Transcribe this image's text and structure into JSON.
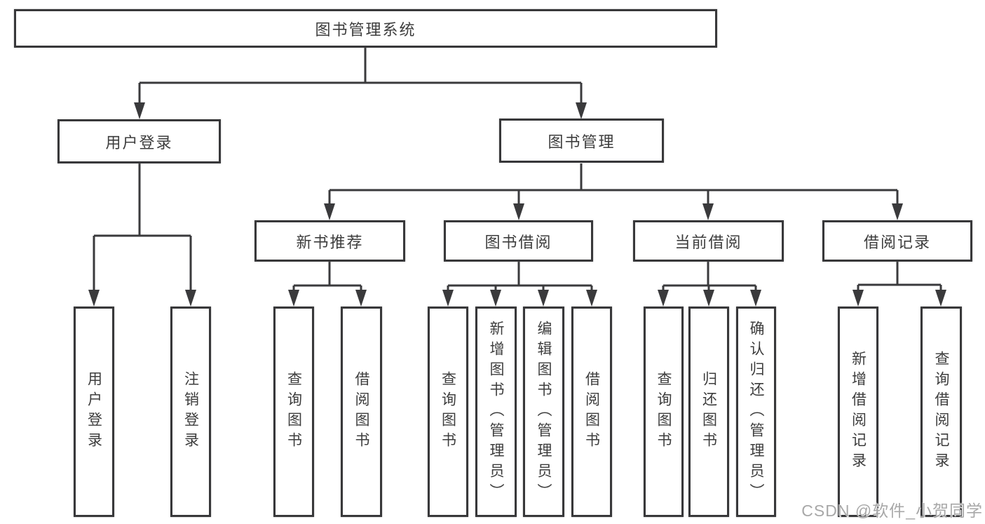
{
  "nodes": {
    "root": "图书管理系统",
    "l2": [
      "用户登录",
      "图书管理"
    ],
    "l3": [
      "新书推荐",
      "图书借阅",
      "当前借阅",
      "借阅记录"
    ],
    "leaves": [
      "用户登录",
      "注销登录",
      "查询图书",
      "借阅图书",
      "查询图书",
      "新增图书（管理员）",
      "编辑图书（管理员）",
      "借阅图书",
      "查询图书",
      "归还图书",
      "确认归还（管理员）",
      "新增借阅记录",
      "查询借阅记录"
    ]
  },
  "hierarchy": {
    "图书管理系统": [
      "用户登录",
      "图书管理"
    ],
    "用户登录": [
      "用户登录",
      "注销登录"
    ],
    "图书管理": [
      "新书推荐",
      "图书借阅",
      "当前借阅",
      "借阅记录"
    ],
    "新书推荐": [
      "查询图书",
      "借阅图书"
    ],
    "图书借阅": [
      "查询图书",
      "新增图书（管理员）",
      "编辑图书（管理员）",
      "借阅图书"
    ],
    "当前借阅": [
      "查询图书",
      "归还图书",
      "确认归还（管理员）"
    ],
    "借阅记录": [
      "新增借阅记录",
      "查询借阅记录"
    ]
  },
  "watermark": "CSDN @软件_小贺同学",
  "colors": {
    "line": "#3a3a3c",
    "box_border": "#38383a",
    "box_background": "#ffffff",
    "text": "#3d3d3d",
    "watermark": "#a8a8a8"
  }
}
